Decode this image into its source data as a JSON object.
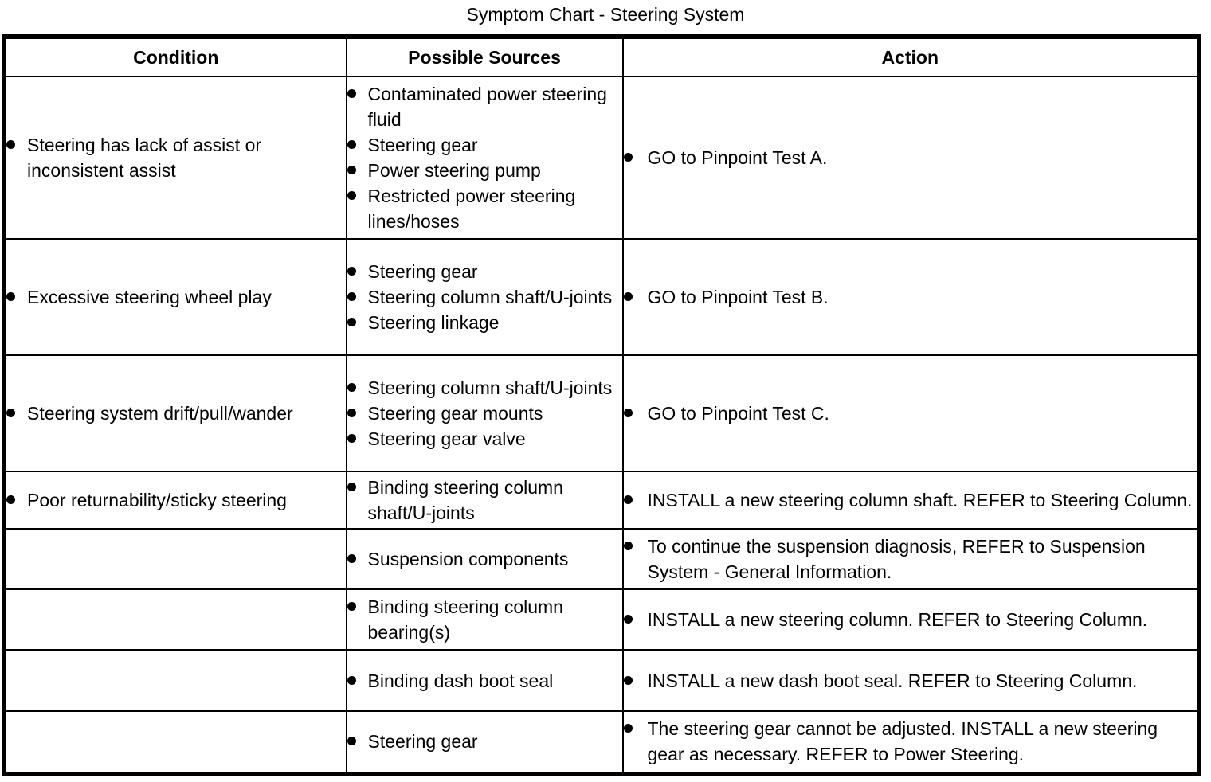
{
  "title": "Symptom Chart - Steering System",
  "table": {
    "headers": {
      "condition": "Condition",
      "sources": "Possible Sources",
      "action": "Action"
    },
    "rows": [
      {
        "condition": [
          "Steering has lack of assist or inconsistent assist"
        ],
        "sources": [
          "Contaminated power steering fluid",
          "Steering gear",
          "Power steering pump",
          "Restricted power steering lines/hoses"
        ],
        "action": [
          "GO to Pinpoint Test A."
        ]
      },
      {
        "condition": [
          "Excessive steering wheel play"
        ],
        "sources": [
          "Steering gear",
          "Steering column shaft/U-joints",
          "Steering linkage"
        ],
        "action": [
          "GO to Pinpoint Test B."
        ]
      },
      {
        "condition": [
          "Steering system drift/pull/wander"
        ],
        "sources": [
          "Steering column shaft/U-joints",
          "Steering gear mounts",
          "Steering gear valve"
        ],
        "action": [
          "GO to Pinpoint Test C."
        ]
      },
      {
        "condition": [
          "Poor returnability/sticky steering"
        ],
        "sources": [
          "Binding steering column shaft/U-joints"
        ],
        "action": [
          "INSTALL a new steering column shaft. REFER to Steering Column."
        ]
      },
      {
        "condition": [],
        "sources": [
          "Suspension components"
        ],
        "action": [
          "To continue the suspension diagnosis, REFER to Suspension System - General Information."
        ]
      },
      {
        "condition": [],
        "sources": [
          "Binding steering column bearing(s)"
        ],
        "action": [
          "INSTALL a new steering column. REFER to Steering Column."
        ]
      },
      {
        "condition": [],
        "sources": [
          "Binding dash boot seal"
        ],
        "action": [
          "INSTALL a new dash boot seal. REFER to Steering Column."
        ]
      },
      {
        "condition": [],
        "sources": [
          "Steering gear"
        ],
        "action": [
          "The steering gear cannot be adjusted. INSTALL a new steering gear as necessary. REFER to Power Steering."
        ]
      }
    ]
  },
  "colors": {
    "border": "#000000",
    "text": "#000000",
    "background": "#ffffff"
  }
}
